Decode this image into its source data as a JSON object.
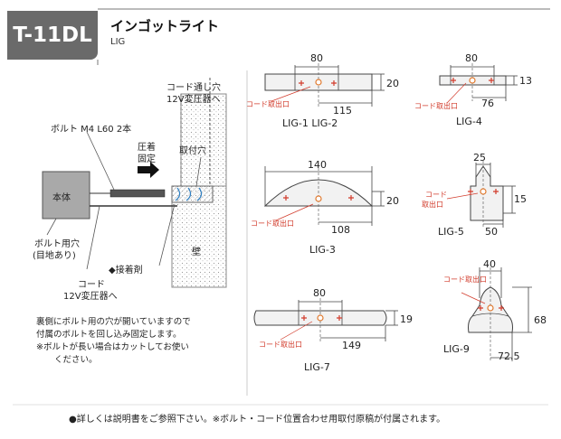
{
  "product": {
    "code": "T-11DL",
    "name": "インゴットライト",
    "sub": "LIG"
  },
  "install": {
    "cord_top_1": "コード通し穴",
    "cord_top_2": "12V変圧器へ",
    "press_1": "圧着",
    "press_2": "固定",
    "bolt": "ボルト M4 L60 2本",
    "mount_hole": "取付穴",
    "body": "本体",
    "bolt_hole_1": "ボルト用穴",
    "bolt_hole_2": "(目地あり)",
    "adhesive": "◆接着剤",
    "wall": "壁",
    "cord_bottom_1": "コード",
    "cord_bottom_2": "12V変圧器へ",
    "note_1": "裏側にボルト用の穴が開いていますので",
    "note_2": "付属のボルトを回し込み固定します。",
    "note_3": "※ボルトが長い場合はカットしてお使い",
    "note_4": "ください。"
  },
  "cord_outlet": "コード取出口",
  "models": {
    "lig1": {
      "caption": "LIG-1  LIG-2",
      "d_top": "80",
      "d_right": "20",
      "d_bottom": "115"
    },
    "lig4": {
      "caption": "LIG-4",
      "d_top": "80",
      "d_right": "13",
      "d_bottom": "76"
    },
    "lig3": {
      "caption": "LIG-3",
      "d_top": "140",
      "d_right": "20",
      "d_bottom": "108"
    },
    "lig5": {
      "caption": "LIG-5",
      "d_top": "25",
      "d_right": "15",
      "d_bottom": "50",
      "outlet_1": "コード",
      "outlet_2": "取出口"
    },
    "lig7": {
      "caption": "LIG-7",
      "d_top": "80",
      "d_right": "19",
      "d_bottom": "149"
    },
    "lig9": {
      "caption": "LIG-9",
      "d_top": "40",
      "d_right": "68",
      "d_bottom": "72.5"
    }
  },
  "footer": "●詳しくは説明書をご参照下さい。※ボルト・コード位置合わせ用取付原稿が付属されます。",
  "colors": {
    "tag_bg": "#6a6a6a",
    "mark_red": "#d23b2b",
    "outlet_orange": "#e07a2f"
  }
}
